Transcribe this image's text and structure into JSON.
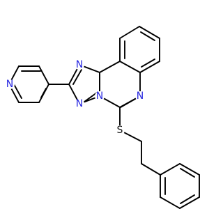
{
  "molecule": {
    "atoms": {
      "pyridine_n": "N",
      "triazole_n1": "N",
      "triazole_n2": "N",
      "triazole_n3": "N",
      "quinazoline_n": "N",
      "sulfur": "S"
    },
    "colors": {
      "bond": "#000000",
      "nitrogen": "#2525e0",
      "sulfur": "#1a1a1a",
      "background": "#ffffff"
    }
  }
}
